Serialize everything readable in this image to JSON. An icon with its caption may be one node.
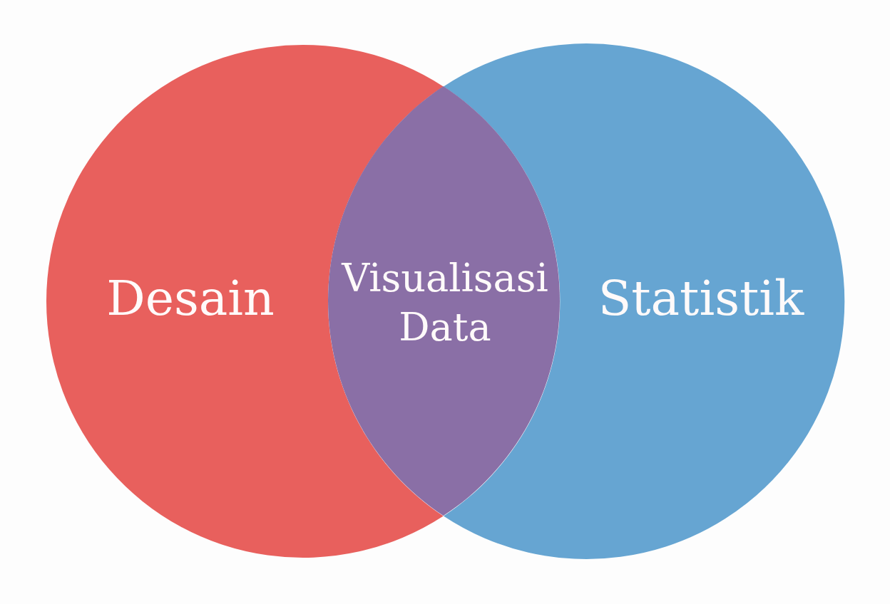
{
  "diagram": {
    "nodes": [
      {
        "text": [
          "Desain"
        ]
      },
      {
        "text": [
          "Statistik"
        ]
      },
      {
        "text": [
          "Visualisasi Data"
        ]
      }
    ]
  }
}
